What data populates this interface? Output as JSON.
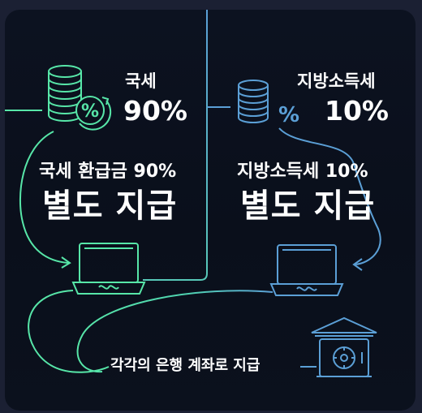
{
  "left": {
    "tax_name": "국세",
    "tax_percent": "90%",
    "refund_line": "국세 환급금 90%",
    "payment_line": "별도 지급",
    "accent_color": "#57e6a8"
  },
  "right": {
    "tax_name": "지방소득세",
    "tax_percent": "10%",
    "refund_line": "지방소득세 10%",
    "payment_line": "별도 지급",
    "accent_color": "#5b9fd6"
  },
  "bottom": {
    "caption": "각각의 은행 계좌로 지급"
  },
  "icons": [
    "coin-stack-icon",
    "percent-icon",
    "laptop-icon",
    "bank-vault-icon"
  ]
}
